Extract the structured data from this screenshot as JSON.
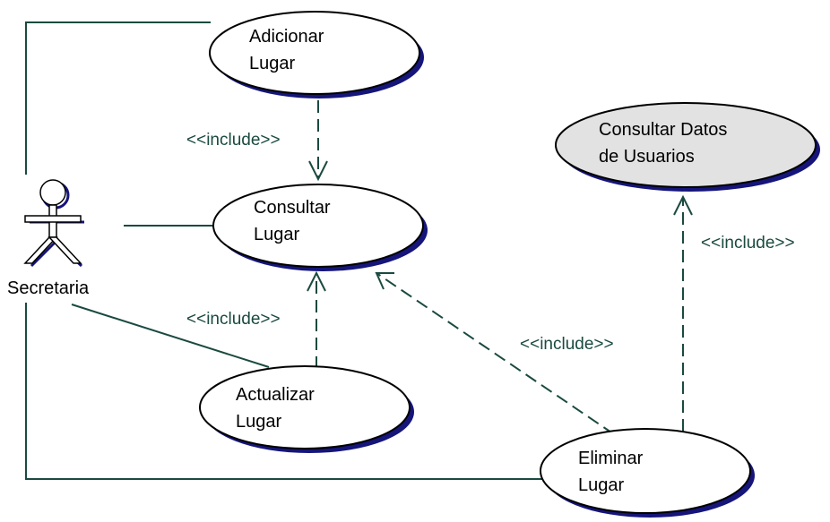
{
  "actor": {
    "name": "Secretaria",
    "icon": "stick-figure-actor-icon"
  },
  "use_cases": [
    {
      "id": "adicionar",
      "lines": [
        "Adicionar",
        "Lugar"
      ],
      "fill": "#ffffff"
    },
    {
      "id": "consultar",
      "lines": [
        "Consultar",
        "Lugar"
      ],
      "fill": "#ffffff"
    },
    {
      "id": "actualizar",
      "lines": [
        "Actualizar",
        "Lugar"
      ],
      "fill": "#ffffff"
    },
    {
      "id": "eliminar",
      "lines": [
        "Eliminar",
        "Lugar"
      ],
      "fill": "#ffffff"
    },
    {
      "id": "consultar-datos",
      "lines": [
        "Consultar Datos",
        "de Usuarios"
      ],
      "fill": "#e2e2e2"
    }
  ],
  "associations": [
    {
      "from": "actor",
      "to": "adicionar"
    },
    {
      "from": "actor",
      "to": "consultar"
    },
    {
      "from": "actor",
      "to": "actualizar"
    },
    {
      "from": "actor",
      "to": "eliminar"
    }
  ],
  "includes": [
    {
      "from": "adicionar",
      "to": "consultar",
      "label": "<<include>>"
    },
    {
      "from": "actualizar",
      "to": "consultar",
      "label": "<<include>>"
    },
    {
      "from": "eliminar",
      "to": "consultar",
      "label": "<<include>>"
    },
    {
      "from": "eliminar",
      "to": "consultar-datos",
      "label": "<<include>>"
    }
  ],
  "colors": {
    "line": "#1a4a40",
    "shadow": "#15157a",
    "highlight_fill": "#e2e2e2"
  }
}
